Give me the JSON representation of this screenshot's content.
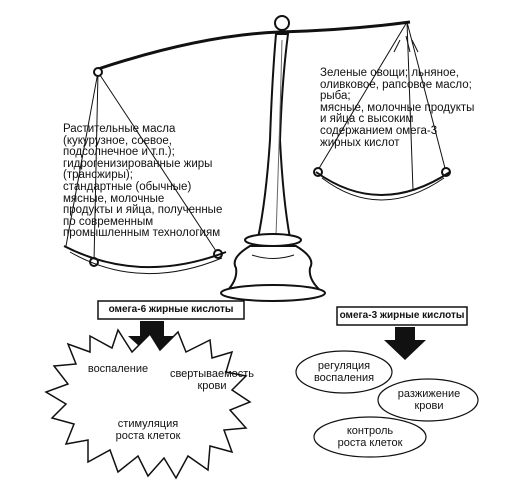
{
  "left_pan": {
    "text": "Растительные масла\n(кукурузное, соевое,\nподсолнечное и т.п.);\nгидрогенизированные жиры\n(трансжиры);\nстандартные (обычные)\nмясные, молочные\nпродукты и яйца, полученные\nпо современным\nпромышленным технологиям"
  },
  "right_pan": {
    "text": "Зеленые овощи; льняное,\nоливковое, рапсовое масло;\nрыба;\nмясные, молочные продукты\nи яйца с высоким\nсодержанием омега-3\nжирных кислот"
  },
  "omega6": {
    "label": "омега-6 жирные кислоты",
    "effects": [
      "воспаление",
      "свертываемость\nкрови",
      "стимуляция\nроста клеток"
    ]
  },
  "omega3": {
    "label": "омега-3 жирные кислоты",
    "effects": [
      "регуляция\nвоспаления",
      "разжижение\nкрови",
      "контроль\nроста клеток"
    ]
  }
}
